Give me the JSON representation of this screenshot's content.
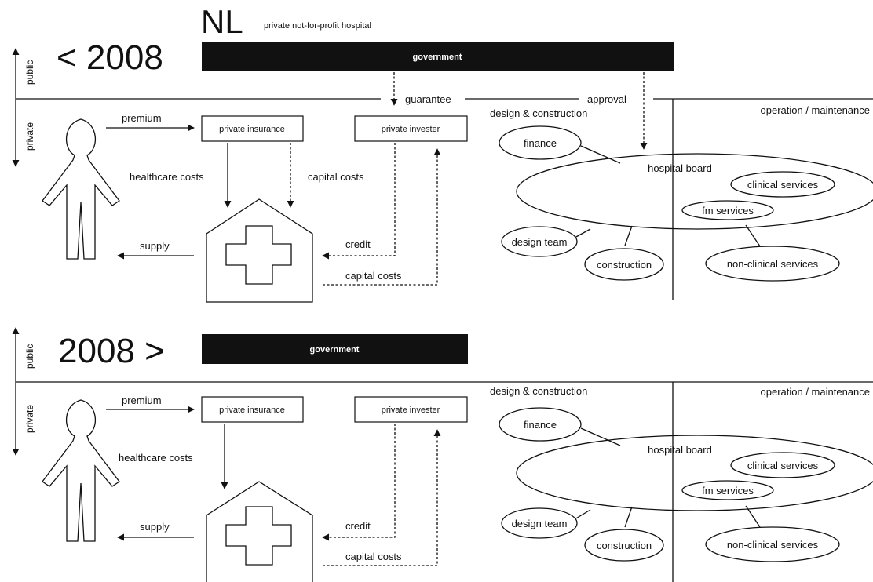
{
  "header": {
    "country": "NL",
    "subtitle": "private not-for-profit hospital"
  },
  "axis": {
    "public": "public",
    "private": "private"
  },
  "panels": [
    {
      "period": "< 2008",
      "government": "government",
      "guarantee": "guarantee",
      "approval": "approval",
      "premium": "premium",
      "private_insurance": "private insurance",
      "private_invester": "private invester",
      "healthcare_costs": "healthcare costs",
      "capital_costs_top": "capital costs",
      "supply": "supply",
      "credit": "credit",
      "capital_costs_bottom": "capital costs",
      "design_construction": "design & construction",
      "operation_maintenance": "operation / maintenance",
      "finance": "finance",
      "hospital_board": "hospital board",
      "clinical_services": "clinical services",
      "fm_services": "fm services",
      "design_team": "design team",
      "construction": "construction",
      "non_clinical_services": "non-clinical services"
    },
    {
      "period": "2008 >",
      "government": "government",
      "premium": "premium",
      "private_insurance": "private insurance",
      "private_invester": "private invester",
      "healthcare_costs": "healthcare costs",
      "supply": "supply",
      "credit": "credit",
      "capital_costs_bottom": "capital costs",
      "design_construction": "design & construction",
      "operation_maintenance": "operation / maintenance",
      "finance": "finance",
      "hospital_board": "hospital board",
      "clinical_services": "clinical services",
      "fm_services": "fm services",
      "design_team": "design team",
      "construction": "construction",
      "non_clinical_services": "non-clinical services"
    }
  ]
}
